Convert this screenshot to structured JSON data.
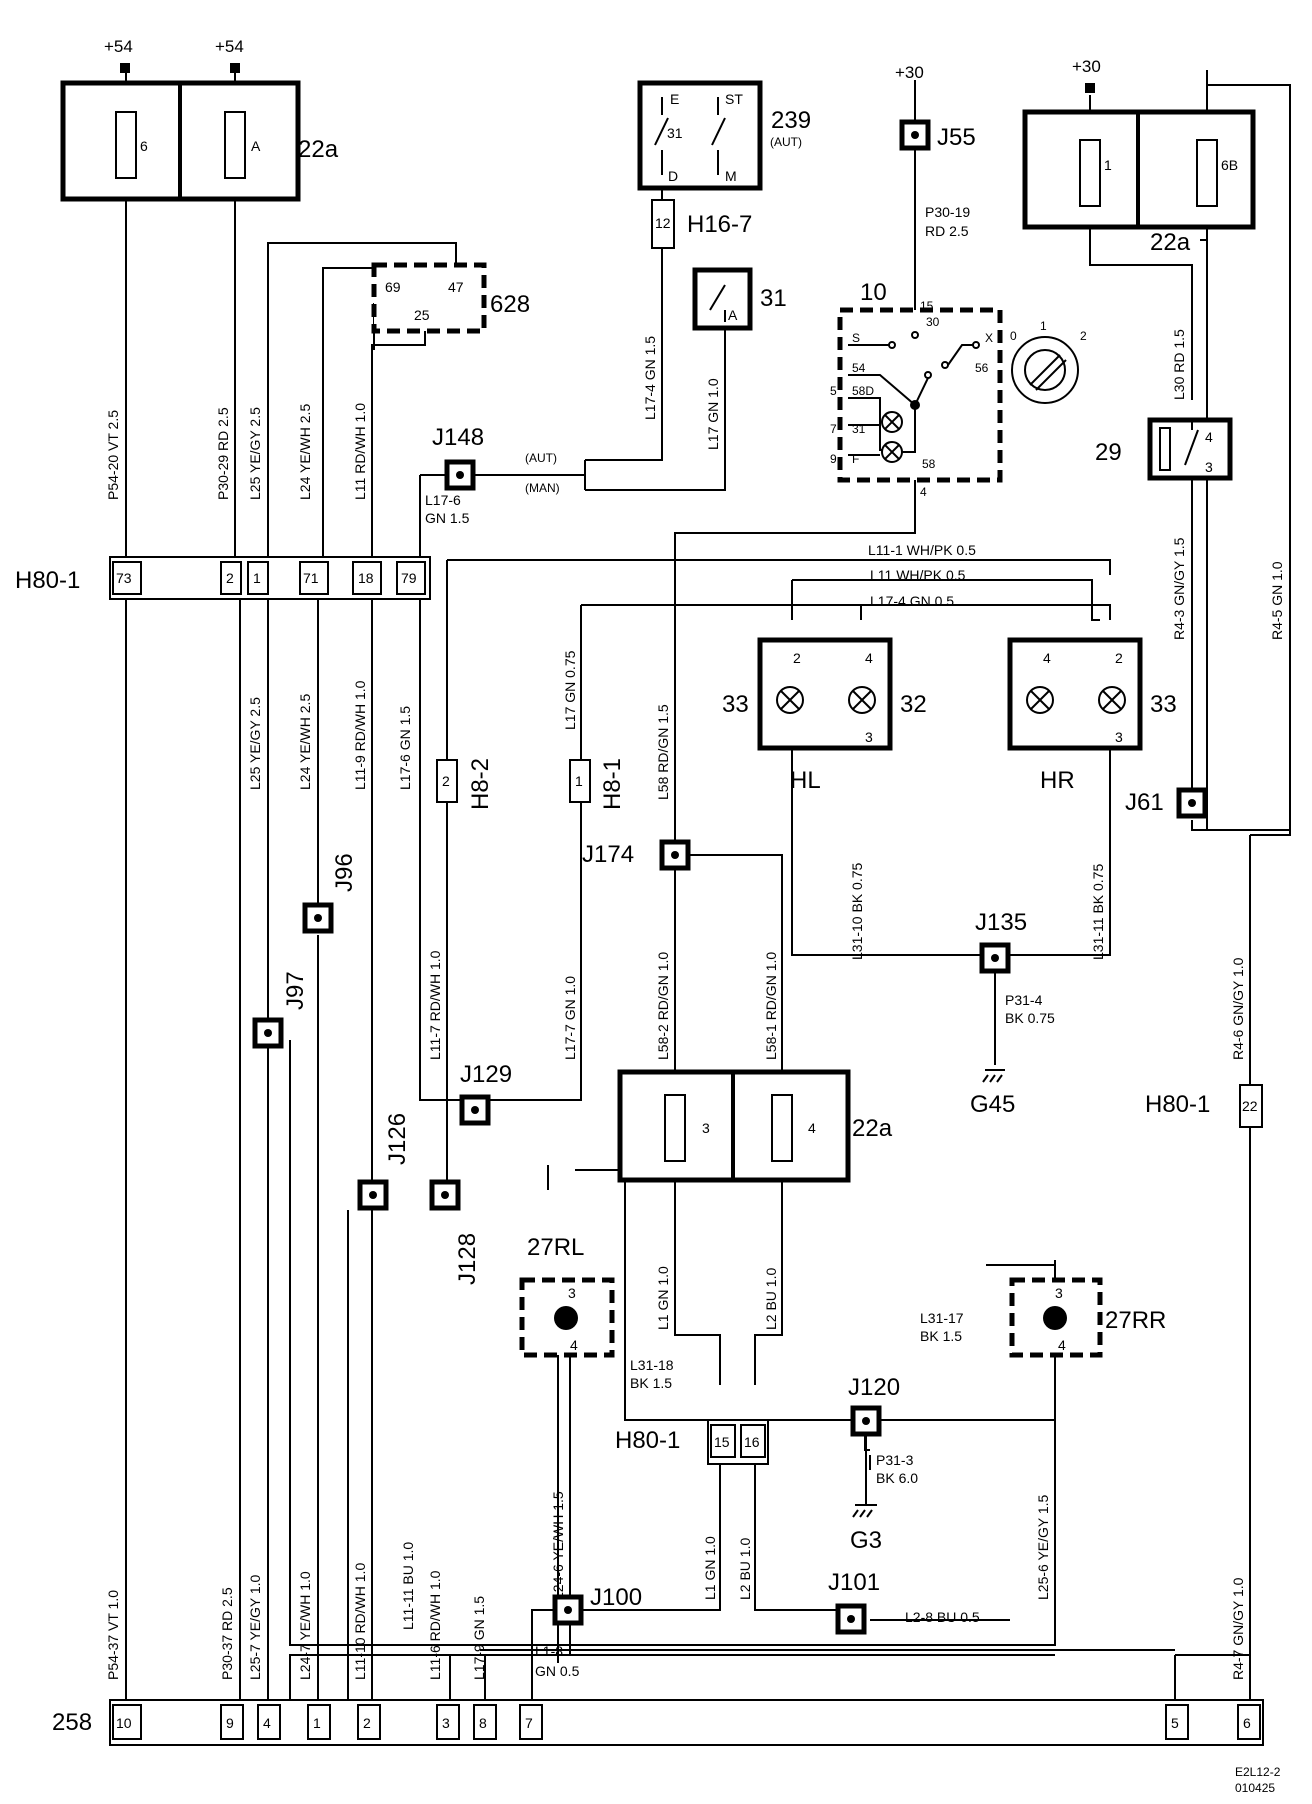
{
  "supplies": {
    "p54": "+54",
    "p30": "+30"
  },
  "components": {
    "fusebox_22a": "22a",
    "fuse_6": "6",
    "fuse_a": "A",
    "fuse_1": "1",
    "fuse_6b": "6B",
    "fuse_3": "3",
    "fuse_4": "4",
    "c239": "239",
    "c239_note": "(AUT)",
    "c239_pins": {
      "e": "E",
      "st": "ST",
      "p31": "31",
      "d": "D",
      "m": "M"
    },
    "c628": "628",
    "c628_pins": {
      "p69": "69",
      "p47": "47",
      "p25": "25"
    },
    "c31": "31",
    "c31_pin": "A",
    "c10": "10",
    "c10_pins": {
      "p15": "15",
      "p30": "30",
      "s": "S",
      "x": "X",
      "p54": "54",
      "p56": "56",
      "p5": "5",
      "p58d": "58D",
      "p7": "7",
      "p31": "31",
      "p9": "9",
      "f": "F",
      "p58": "58",
      "p4": "4"
    },
    "knob_positions": {
      "p0": "0",
      "p1": "1",
      "p2": "2"
    },
    "c29": "29",
    "c29_pins": {
      "p4": "4",
      "p3": "3"
    },
    "c33": "33",
    "c32": "32",
    "hl": "HL",
    "hr": "HR",
    "lamp_pins": {
      "p2": "2",
      "p4": "4",
      "p3": "3"
    },
    "c27rl": "27RL",
    "c27rr": "27RR",
    "c27_pins": {
      "p3": "3",
      "p4": "4"
    },
    "g45": "G45",
    "g3": "G3",
    "c258": "258",
    "c258_pins": [
      "10",
      "9",
      "4",
      "1",
      "2",
      "3",
      "8",
      "7",
      "5",
      "6"
    ]
  },
  "connectors": {
    "h80_1": "H80-1",
    "h80_1_pins": [
      "73",
      "2",
      "1",
      "71",
      "18",
      "79"
    ],
    "h80_1_p22": "22",
    "h80_1_p15": "15",
    "h80_1_p16": "16",
    "h16_7": "H16-7",
    "h16_7_pin": "12",
    "h8_2": "H8-2",
    "h8_2_pin": "2",
    "h8_1": "H8-1",
    "h8_1_pin": "1"
  },
  "junctions": {
    "j55": "J55",
    "j148": "J148",
    "j174": "J174",
    "j61": "J61",
    "j135": "J135",
    "j96": "J96",
    "j97": "J97",
    "j129": "J129",
    "j126": "J126",
    "j128": "J128",
    "j120": "J120",
    "j100": "J100",
    "j101": "J101"
  },
  "wires": {
    "p54_20": "P54-20  VT   2.5",
    "p30_29": "P30-29  RD  2.5",
    "l25": "L25  YE/GY  2.5",
    "l24": "L24  YE/WH  2.5",
    "l11": "L11  RD/WH  1.0",
    "l17_4": "L17-4  GN  1.5",
    "l17": "L17   GN   1.0",
    "p30_19": "P30-19",
    "p30_19b": "RD  2.5",
    "l17_6": "L17-6",
    "l17_6b": "GN   1.5",
    "aut": "(AUT)",
    "man": "(MAN)",
    "l30": "L30   RD   1.5",
    "r4_3": "R4-3  GN/GY 1.5",
    "r4_5": "R4-5   GN   1.0",
    "l11_1": "L11-1  WH/PK  0.5",
    "l11_wp": "L11  WH/PK  0.5",
    "l17_4b": "L17-4  GN   0.5",
    "l25_b": "L25   YE/GY   2.5",
    "l24_b": "L24  YE/WH  2.5",
    "l11_9": "L11-9  RD/WH 1.0",
    "l17_6c": "L17-6  GN   1.5",
    "l17_075": "L17  GN  0.75",
    "l58": "L58  RD/GN   1.5",
    "l31_10": "L31-10  BK   0.75",
    "l31_11": "L31-11  BK   0.75",
    "l11_7": "L11-7  RD/WH   1.0",
    "l17_7": "L17-7  GN   1.0",
    "l58_2": "L58-2  RD/GN   1.0",
    "l58_1": "L58-1  RD/GN   1.0",
    "p31_4": "P31-4",
    "p31_4b": "BK 0.75",
    "r4_6": "R4-6  GN/GY  1.0",
    "l1": "L1    GN   1.0",
    "l2": "L2    BU   1.0",
    "l31_17": "L31-17",
    "l31_17b": "BK 1.5",
    "l31_18": "L31-18",
    "l31_18b": "BK 1.5",
    "p31_3": "P31-3",
    "p31_3b": "BK 6.0",
    "p54_37": "P54-37  VT   1.0",
    "p30_37": "P30-37  RD   2.5",
    "l25_7": "L25-7  YE/GY  1.0",
    "l24_7": "L24-7  YE/WH  1.0",
    "l11_10": "L11-10  RD/WH  1.0",
    "l11_11": "L11-11  BU  1.0",
    "l11_6": "L11-6  RD/WH  1.0",
    "l17_9": "L17-9   GN   1.5",
    "l24_6": "L24-6  YE/WH  1.5",
    "l1_b": "L1    GN   1.0",
    "l2_b": "L2    BU   1.0",
    "l25_6": "L25-6  YE/GY   1.5",
    "r4_7": "R4-7  GN/GY  1.0",
    "l2_8": "L2-8   BU   0.5",
    "l1_8": "L1-8",
    "l1_8b": "GN  0.5"
  },
  "footer": {
    "code1": "E2L12-2",
    "code2": "010425"
  }
}
